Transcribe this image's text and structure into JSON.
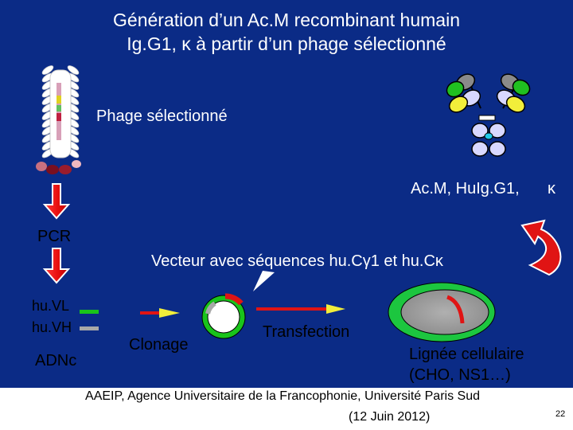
{
  "title": {
    "line1": "Génération d’un Ac.M recombinant humain",
    "line2": "Ig.G1, κ à partir d’un phage sélectionné"
  },
  "labels": {
    "phage": "Phage sélectionné",
    "antibody": "Ac.M, HuIg.G1,",
    "kappa": "κ",
    "pcr": "PCR",
    "vector": "Vecteur avec séquences hu.Cγ1 et hu.Cκ",
    "huvl": "hu.VL",
    "huvh": "hu.VH",
    "adnc": "ADNc",
    "clonage": "Clonage",
    "transfection": "Transfection",
    "lignee_line1": "Lignée cellulaire",
    "lignee_line2": "(CHO, NS1…)"
  },
  "footer": {
    "line1": "AAEIP, Agence Universitaire de la Francophonie, Université Paris Sud",
    "line2": "(12 Juin 2012)",
    "page_number": "22"
  },
  "colors": {
    "background": "#0b2b86",
    "arrow_red": "#e01414",
    "arrow_yellow": "#f2ee3a",
    "vl_green": "#19c41b",
    "vh_gray": "#a8a8a8",
    "cell_green": "#1cc63f"
  }
}
